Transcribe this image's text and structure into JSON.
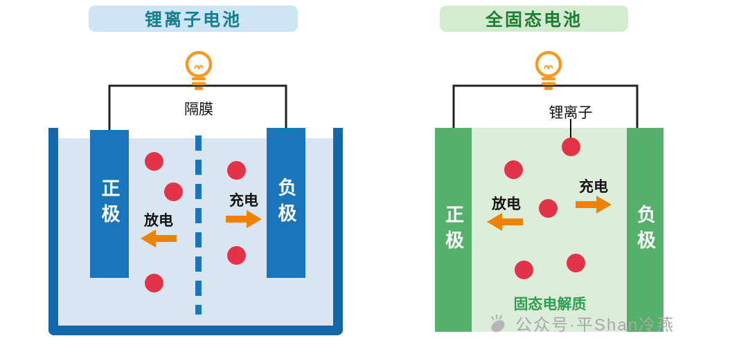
{
  "left_panel": {
    "title": "锂离子电池",
    "separator_label": "隔膜",
    "positive_label": "正极",
    "negative_label": "负极",
    "discharge_label": "放电",
    "charge_label": "充电"
  },
  "right_panel": {
    "title": "全固态电池",
    "ion_label": "锂离子",
    "positive_label": "正极",
    "negative_label": "负极",
    "discharge_label": "放电",
    "charge_label": "充电",
    "electrolyte_label": "固态电解质"
  },
  "watermark": {
    "text": "公众号·平Shan冷燕"
  },
  "colors": {
    "left_electrode_blue": "#1b75bb",
    "left_tank_border": "#1467a8",
    "left_liquid": "#d9e5f0",
    "left_title_bg": "#cde5f5",
    "left_title_text": "#157f8e",
    "right_electrode_green": "#54b06a",
    "right_electrolyte_bg": "#dcedda",
    "right_title_bg": "#d5ebd0",
    "right_title_text": "#1d7d35",
    "solid_electrolyte_text": "#2f9e4e",
    "ion_red": "#e23348",
    "arrow_orange": "#ef8200",
    "bulb_orange": "#f59a23",
    "wire_black": "#222222",
    "watermark_gray": "#a8a8a8"
  }
}
